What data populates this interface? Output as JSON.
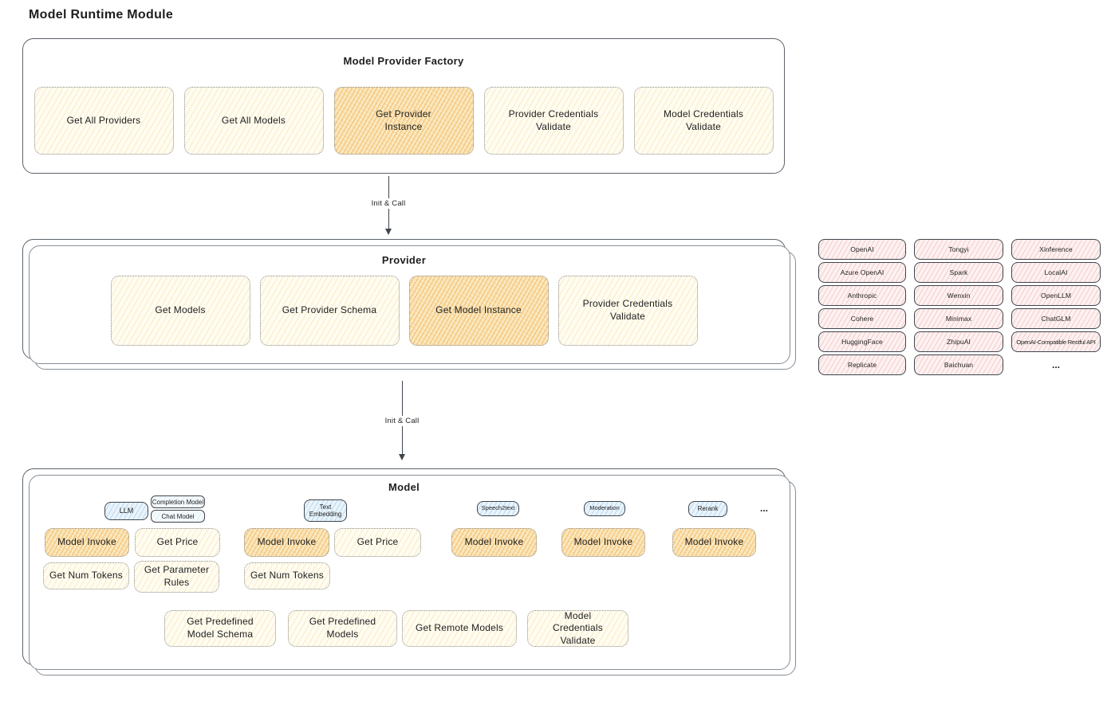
{
  "title": "Model Runtime Module",
  "colors": {
    "stroke": "#1e1e1e",
    "container_stroke": "#5c636a",
    "yellow_fill": "#fffcf2",
    "yellow_hatch": "#f3de96",
    "orange_fill": "#fbeccc",
    "orange_hatch": "#f0b253",
    "pink_fill": "#fdf1f1",
    "pink_hatch": "#eba0a0",
    "blue_fill": "#eaf4fb",
    "blue_hatch": "#8cbee6"
  },
  "factory": {
    "title": "Model Provider Factory",
    "boxes": [
      {
        "label": "Get All Providers"
      },
      {
        "label": "Get All Models"
      },
      {
        "label": "Get Provider Instance"
      },
      {
        "label": "Provider Credentials Validate"
      },
      {
        "label": "Model Credentials Validate"
      }
    ]
  },
  "arrow1": {
    "label": "Init & Call"
  },
  "arrow2": {
    "label": "Init & Call"
  },
  "provider": {
    "title": "Provider",
    "boxes": [
      {
        "label": "Get Models"
      },
      {
        "label": "Get Provider Schema"
      },
      {
        "label": "Get Model Instance"
      },
      {
        "label": "Provider Credentials Validate"
      }
    ]
  },
  "providers_list": {
    "items": [
      {
        "label": "OpenAI"
      },
      {
        "label": "Tongyi"
      },
      {
        "label": "Xinference"
      },
      {
        "label": "Azure OpenAI"
      },
      {
        "label": "Spark"
      },
      {
        "label": "LocalAI"
      },
      {
        "label": "Anthropic"
      },
      {
        "label": "Wenxin"
      },
      {
        "label": "OpenLLM"
      },
      {
        "label": "Cohere"
      },
      {
        "label": "Minimax"
      },
      {
        "label": "ChatGLM"
      },
      {
        "label": "HuggingFace"
      },
      {
        "label": "ZhipuAI"
      },
      {
        "label": "OpenAI-Compatible Restful API"
      },
      {
        "label": "Replicate"
      },
      {
        "label": "Baichuan"
      }
    ],
    "more": "..."
  },
  "model": {
    "title": "Model",
    "tabs": {
      "llm": "LLM",
      "completion": "Completion Model",
      "chat": "Chat Model",
      "text_embedding": "Text Embedding",
      "speech2text": "Speech2text",
      "moderation": "Moderation",
      "rerank": "Rerank",
      "more": "..."
    },
    "nodes": {
      "llm_invoke": "Model Invoke",
      "llm_get_price": "Get Price",
      "llm_get_num_tokens": "Get Num Tokens",
      "llm_get_parameter_rules": "Get Parameter Rules",
      "te_invoke": "Model Invoke",
      "te_get_price": "Get Price",
      "te_get_num_tokens": "Get Num Tokens",
      "s2t_invoke": "Model Invoke",
      "moderation_invoke": "Model Invoke",
      "rerank_invoke": "Model Invoke"
    },
    "bottom": [
      {
        "label": "Get Predefined Model Schema"
      },
      {
        "label": "Get Predefined Models"
      },
      {
        "label": "Get Remote Models"
      },
      {
        "label": "Model Credentials Validate"
      }
    ]
  }
}
